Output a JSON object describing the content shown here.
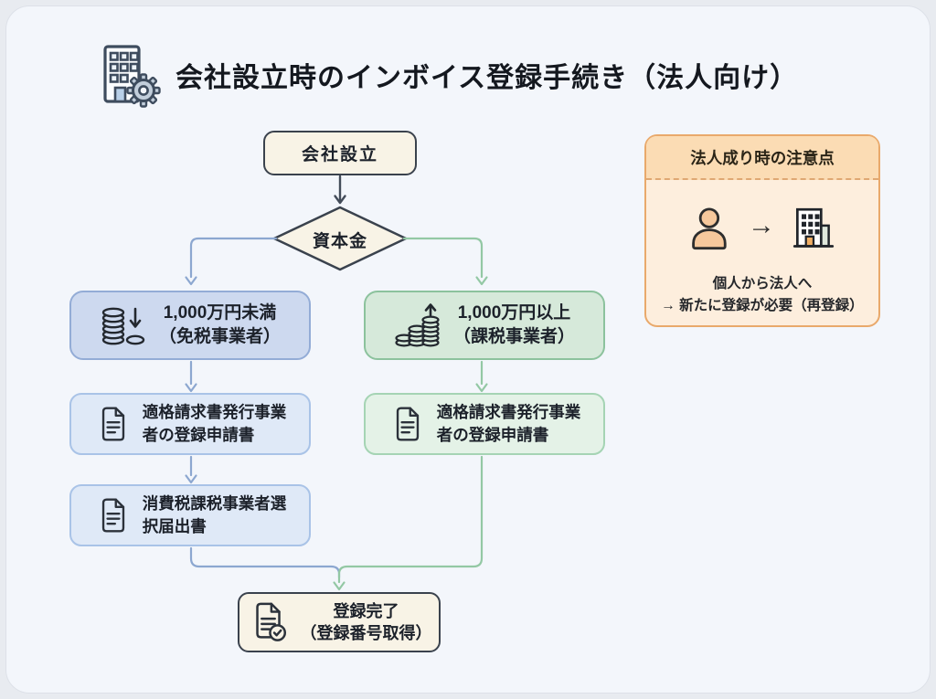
{
  "header": {
    "title": "会社設立時のインボイス登録手続き（法人向け）",
    "icon": "building-gear-icon"
  },
  "flowchart": {
    "start": {
      "label": "会社設立"
    },
    "decision": {
      "label": "資本金"
    },
    "exempt_branch": {
      "icon": "coins-decrease-icon",
      "amount": "1,000万円未満",
      "status": "（免税事業者）"
    },
    "taxable_branch": {
      "icon": "coins-increase-icon",
      "amount": "1,000万円以上",
      "status": "（課税事業者）"
    },
    "exempt_doc1": {
      "icon": "document-icon",
      "line1": "適格請求書発行事業",
      "line2": "者の登録申請書"
    },
    "exempt_doc2": {
      "icon": "document-icon",
      "line1": "消費税課税事業者選",
      "line2": "択届出書"
    },
    "taxable_doc1": {
      "icon": "document-icon",
      "line1": "適格請求書発行事業",
      "line2": "者の登録申請書"
    },
    "complete": {
      "icon": "document-check-icon",
      "line1": "登録完了",
      "line2": "（登録番号取得）"
    }
  },
  "note_panel": {
    "title": "法人成り時の注意点",
    "icons": [
      "person-icon",
      "arrow-right-icon",
      "building-icon"
    ],
    "arrow_glyph": "→",
    "line1": "個人から法人へ",
    "line2": "→ 新たに登録が必要（再登録）"
  },
  "colors": {
    "page_bg": "#e8ebf0",
    "canvas_bg": "#f3f6fb",
    "neutral_node_bg": "#f8f3e6",
    "neutral_node_border": "#3a424d",
    "exempt_bg": "#cdd9ef",
    "exempt_border": "#93acd6",
    "exempt_doc_bg": "#dfe9f7",
    "exempt_doc_border": "#a9c3e7",
    "taxable_bg": "#d6e9da",
    "taxable_border": "#8cc29d",
    "taxable_doc_bg": "#e4f2e7",
    "taxable_doc_border": "#a5d4b4",
    "exempt_line": "#8ca7d0",
    "taxable_line": "#93c8a4",
    "dark_line": "#434c59",
    "note_border": "#e9a96b",
    "note_header_bg": "#fbdcb4",
    "note_body_bg": "#fdeedd",
    "note_person_fill": "#f6c89c",
    "note_door_fill": "#efae64"
  }
}
